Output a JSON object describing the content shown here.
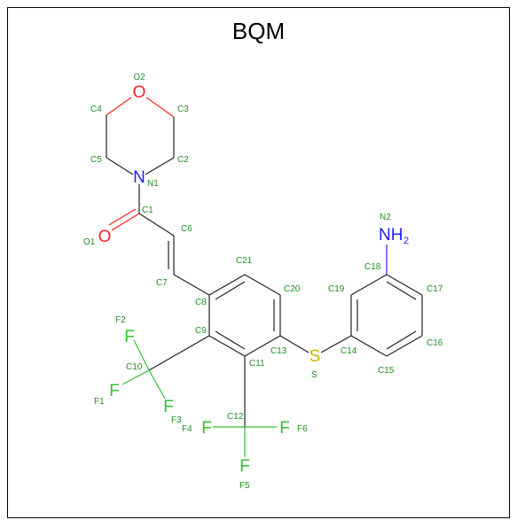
{
  "title": "BQM",
  "colors": {
    "carbon": "#222222",
    "carbon_label": "#1f8f1f",
    "oxygen": "#ff2020",
    "nitrogen": "#2020ff",
    "fluorine": "#30c030",
    "sulfur": "#c8b400"
  },
  "atoms": {
    "O2": "O2",
    "C3": "C3",
    "C4": "C4",
    "C2": "C2",
    "C5": "C5",
    "N1": "N1",
    "C1": "C1",
    "C6": "C6",
    "O1": "O1",
    "C7": "C7",
    "C21": "C21",
    "C8": "C8",
    "C20": "C20",
    "C9": "C9",
    "C10": "C10",
    "C11": "C11",
    "C13": "C13",
    "C12": "C12",
    "F1": "F1",
    "F2": "F2",
    "F3": "F3",
    "F4": "F4",
    "F5": "F5",
    "F6": "F6",
    "S": "S",
    "C14": "C14",
    "C15": "C15",
    "C16": "C16",
    "C17": "C17",
    "C18": "C18",
    "C19": "C19",
    "N2": "N2"
  },
  "symbols": {
    "O": "O",
    "N": "N",
    "F": "F",
    "S": "S",
    "NH2_main": "NH",
    "NH2_sub": "2"
  }
}
